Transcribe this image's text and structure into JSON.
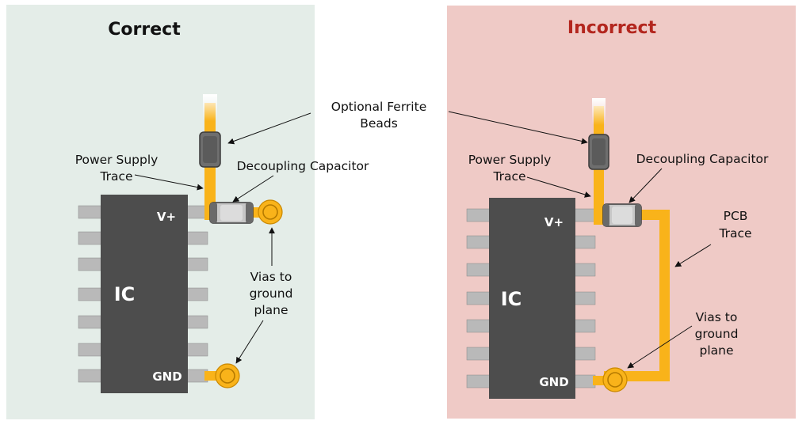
{
  "panels": {
    "correct": {
      "title": "Correct",
      "title_color": "#111111",
      "background": "#e4ede8"
    },
    "incorrect": {
      "title": "Incorrect",
      "title_color": "#b3261e",
      "background": "#efcac6"
    }
  },
  "ic": {
    "label": "IC",
    "vplus": "V+",
    "gnd": "GND"
  },
  "labels": {
    "ferrite_line1": "Optional Ferrite",
    "ferrite_line2": "Beads",
    "power_line1": "Power Supply",
    "power_line2": "Trace",
    "decoupling": "Decoupling Capacitor",
    "vias_line1": "Vias to",
    "vias_line2": "ground",
    "vias_line3": "plane",
    "pcb_line1": "PCB",
    "pcb_line2": "Trace"
  },
  "colors": {
    "trace": "#f9b31a",
    "trace_edge": "#e79a00",
    "ic_body": "#4d4d4d",
    "pin": "#b9b9b9",
    "pin_dark": "#6a6a6a",
    "capacitor": "#c7c7c7",
    "ferrite": "#6e6e6e"
  }
}
